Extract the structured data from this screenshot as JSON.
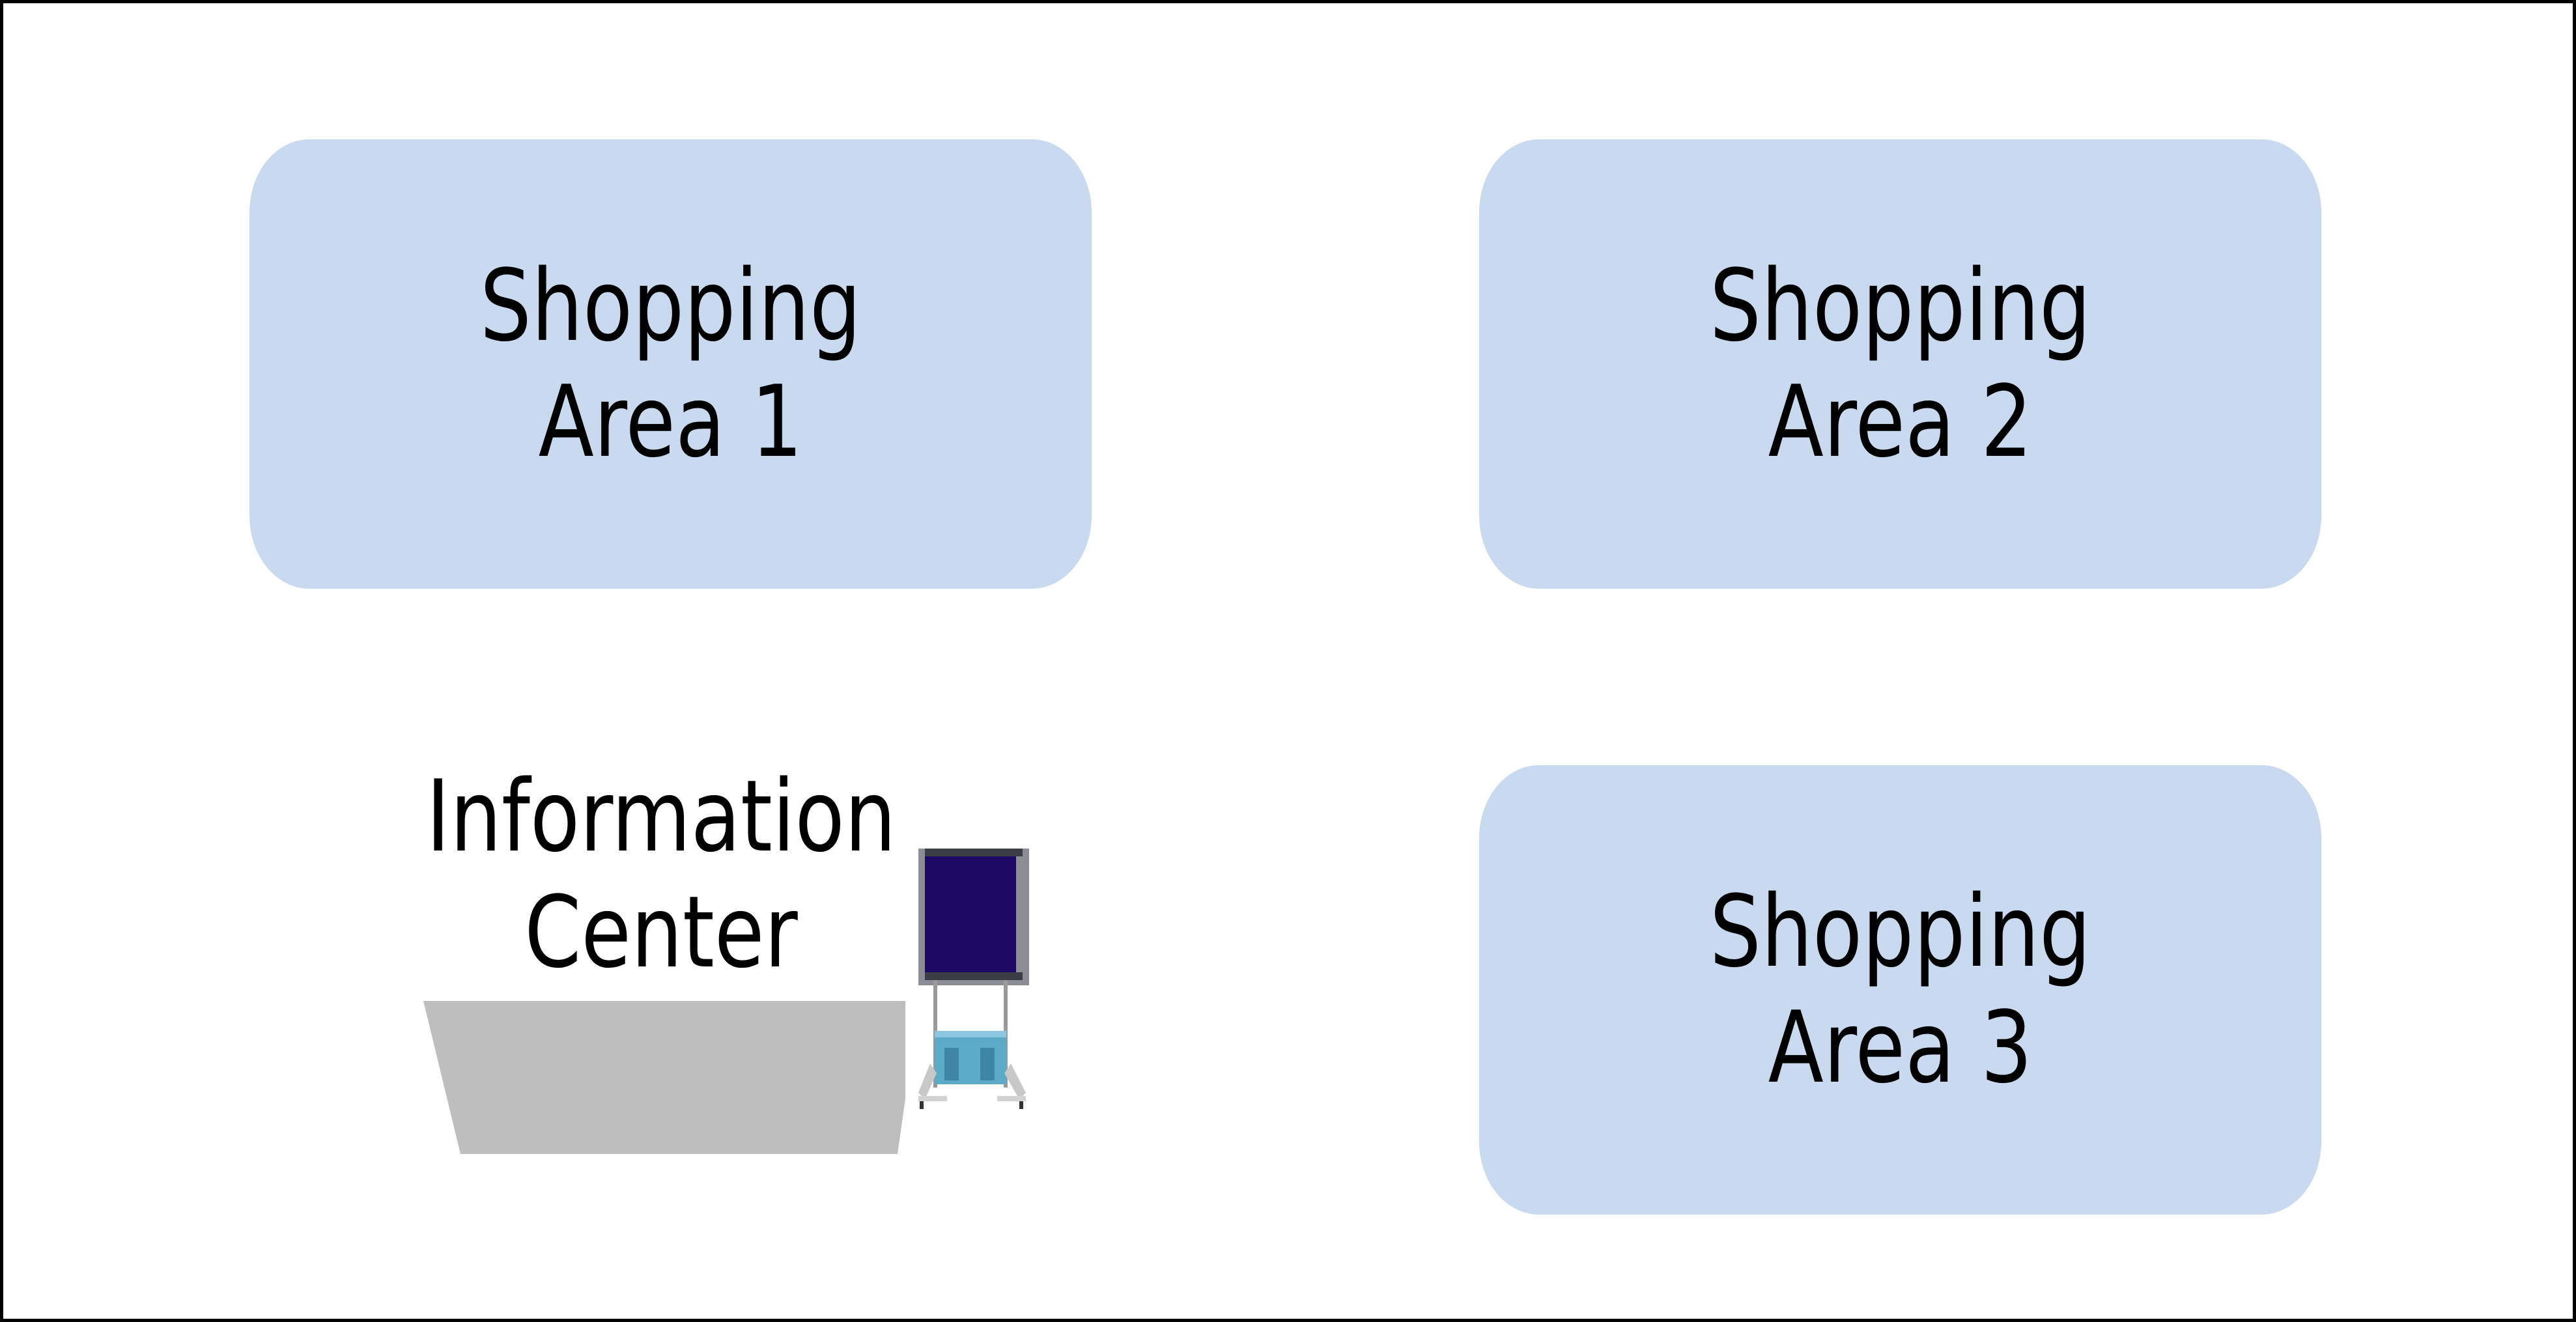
{
  "areas": [
    {
      "line1": "Shopping",
      "line2": "Area 1"
    },
    {
      "line1": "Shopping",
      "line2": "Area 2"
    },
    {
      "line1": "Shopping",
      "line2": "Area 3"
    }
  ],
  "information_center": {
    "line1": "Information",
    "line2": "Center"
  },
  "colors": {
    "area_fill": "#c8d9f0",
    "counter_fill": "#bebebe",
    "sign_board": "#1e0a64",
    "sign_frame": "#8c8c96",
    "sign_box": "#5aaac8"
  },
  "icons": [
    "information-counter-icon",
    "signboard-icon"
  ]
}
